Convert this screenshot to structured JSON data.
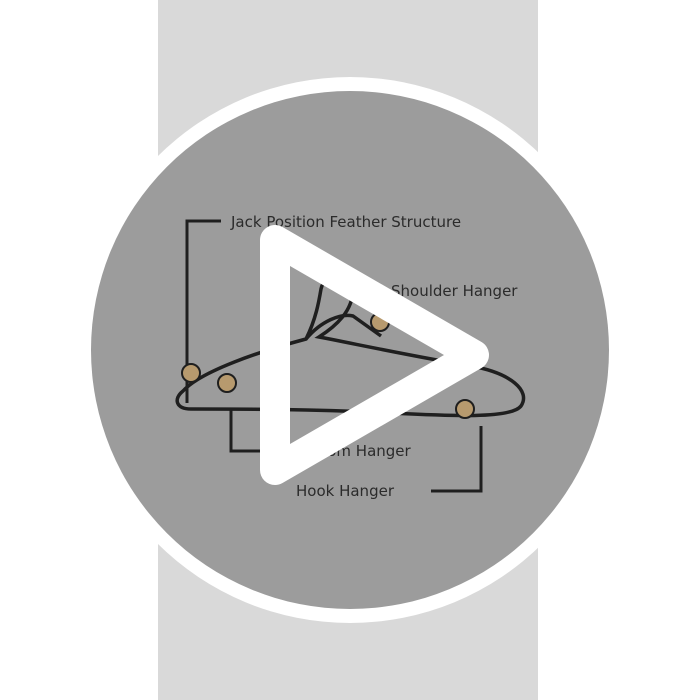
{
  "video": {
    "thumbnail": {
      "labels": [
        {
          "text": "Jack Position Feather Structure"
        },
        {
          "text": "Shoulder Hanger"
        },
        {
          "text": "Bottom Hanger"
        },
        {
          "text": "Hook Hanger"
        }
      ]
    },
    "play_icon": "play-icon",
    "colors": {
      "strip": "#d9d9d9",
      "disc": "#9c9c9c",
      "ring": "#ffffff",
      "icon": "#ffffff",
      "line": "#1f1f1f",
      "screw": "#b79a6e"
    }
  }
}
